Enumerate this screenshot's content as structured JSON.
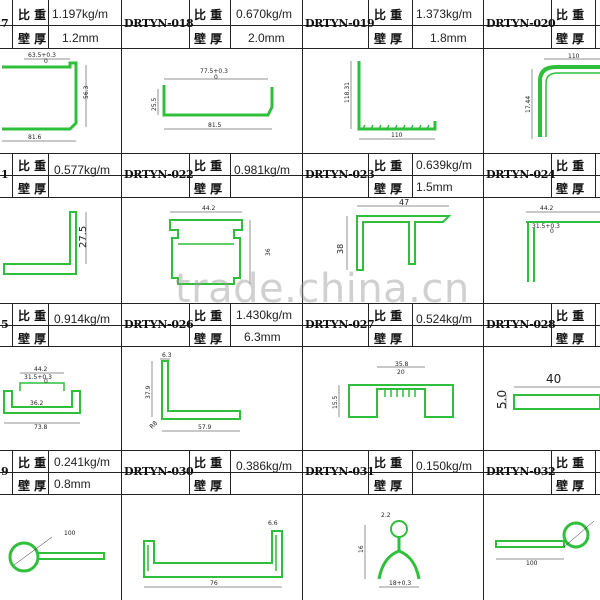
{
  "labels": {
    "density": "比 重",
    "wall": "壁 厚"
  },
  "rows": [
    {
      "cells": [
        {
          "code": "",
          "code_partial": "7",
          "density": "1.197kg/m",
          "wall": "1.2mm"
        },
        {
          "code": "DRTYN-018",
          "density": "0.670kg/m",
          "wall": "2.0mm"
        },
        {
          "code": "DRTYN-019",
          "density": "1.373kg/m",
          "wall": "1.8mm"
        },
        {
          "code": "DRTYN-020",
          "density": "",
          "wall": ""
        }
      ],
      "dims": {
        "a1": "63.5+0.3",
        "a1b": "0",
        "a2": "56.3",
        "a3": "81.6",
        "b1": "77.5+0.3",
        "b1b": "0",
        "b2": "25.5",
        "b3": "81.5",
        "c1": "118.31",
        "c2": "110",
        "d1": "110",
        "d2": "17.44"
      }
    },
    {
      "cells": [
        {
          "code": "",
          "code_partial": "1",
          "density": "0.577kg/m",
          "wall": ""
        },
        {
          "code": "DRTYN-022",
          "density": "0.981kg/m",
          "wall": ""
        },
        {
          "code": "DRTYN-023",
          "density": "0.639kg/m",
          "wall": "1.5mm"
        },
        {
          "code": "DRTYN-024",
          "density": "",
          "wall": ""
        }
      ],
      "dims": {
        "a1": "27.5",
        "b1": "44.2",
        "b2": "36",
        "c1": "47",
        "c2": "38",
        "d1": "44.2",
        "d2": "31.5+0.3",
        "d3": "0"
      }
    },
    {
      "cells": [
        {
          "code": "",
          "code_partial": "5",
          "density": "0.914kg/m",
          "wall": ""
        },
        {
          "code": "DRTYN-026",
          "density": "1.430kg/m",
          "wall": "6.3mm"
        },
        {
          "code": "DRTYN-027",
          "density": "0.524kg/m",
          "wall": ""
        },
        {
          "code": "DRTYN-028",
          "density": "",
          "wall": ""
        }
      ],
      "dims": {
        "a1": "44.2",
        "a2": "31.5+0.3",
        "a3": "0",
        "a4": "36.2",
        "a5": "73.8",
        "b1": "6.3",
        "b2": "37.9",
        "b3": "57.9",
        "b4": "R8",
        "c1": "35.8",
        "c2": "20",
        "c3": "15.5",
        "d1": "40",
        "d2": "5.0"
      }
    },
    {
      "cells": [
        {
          "code": "",
          "code_partial": "9",
          "density": "0.241kg/m",
          "wall": "0.8mm"
        },
        {
          "code": "DRTYN-030",
          "density": "0.386kg/m",
          "wall": ""
        },
        {
          "code": "DRTYN-031",
          "density": "0.150kg/m",
          "wall": ""
        },
        {
          "code": "DRTYN-032",
          "density": "",
          "wall": ""
        }
      ],
      "dims": {
        "a1": "100",
        "b1": "6.6",
        "b2": "76",
        "c1": "2.2",
        "c2": "16",
        "c3": "18+0.3",
        "d1": "100"
      }
    }
  ],
  "watermark": "trade.china.cn",
  "colors": {
    "profile": "#2fbf3a",
    "profile_fill": "#ffffff",
    "ink": "#222222"
  }
}
